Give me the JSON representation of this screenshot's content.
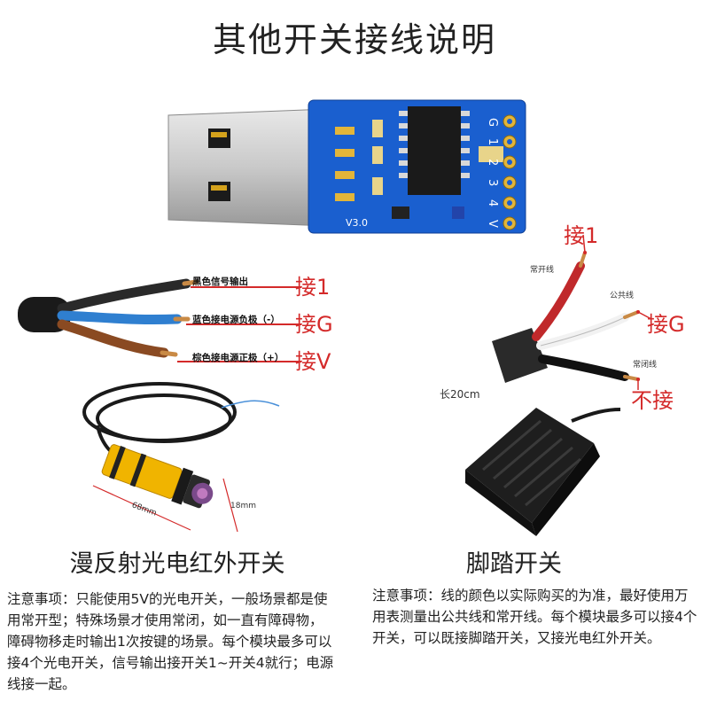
{
  "title": "其他开关接线说明",
  "usb_board": {
    "pin_labels": [
      "G",
      "1",
      "2",
      "3",
      "4",
      "V"
    ],
    "version": "V3.0"
  },
  "photoelectric_wires": {
    "black": "黑色信号输出",
    "blue": "蓝色接电源负极（-）",
    "brown": "棕色接电源正极（+）",
    "black_to": "接1",
    "blue_to": "接G",
    "brown_to": "接V"
  },
  "pedal_wires": {
    "no": "常开线",
    "com": "公共线",
    "nc": "常闭线",
    "no_to": "接1",
    "com_to": "接G",
    "nc_to": "不接",
    "length_text": "长20cm"
  },
  "sensor_dims": {
    "length": "68mm",
    "diameter": "18mm"
  },
  "captions": {
    "left": "漫反射光电红外开关",
    "right": "脚踏开关"
  },
  "notes": {
    "left": "注意事项：只能使用5V的光电开关，一般场景都是使用常开型；特殊场景才使用常闭，如一直有障碍物，障碍物移走时输出1次按键的场景。每个模块最多可以接4个光电开关，信号输出接开关1~开关4就行；电源线接一起。",
    "right": "注意事项：线的颜色以实际购买的为准，最好使用万用表测量出公共线和常开线。每个模块最多可以接4个开关，可以既接脚踏开关，又接光电红外开关。"
  },
  "colors": {
    "red_text": "#d42a2a",
    "pcb_blue": "#1a5fcf",
    "sensor_yellow": "#f0b400"
  }
}
